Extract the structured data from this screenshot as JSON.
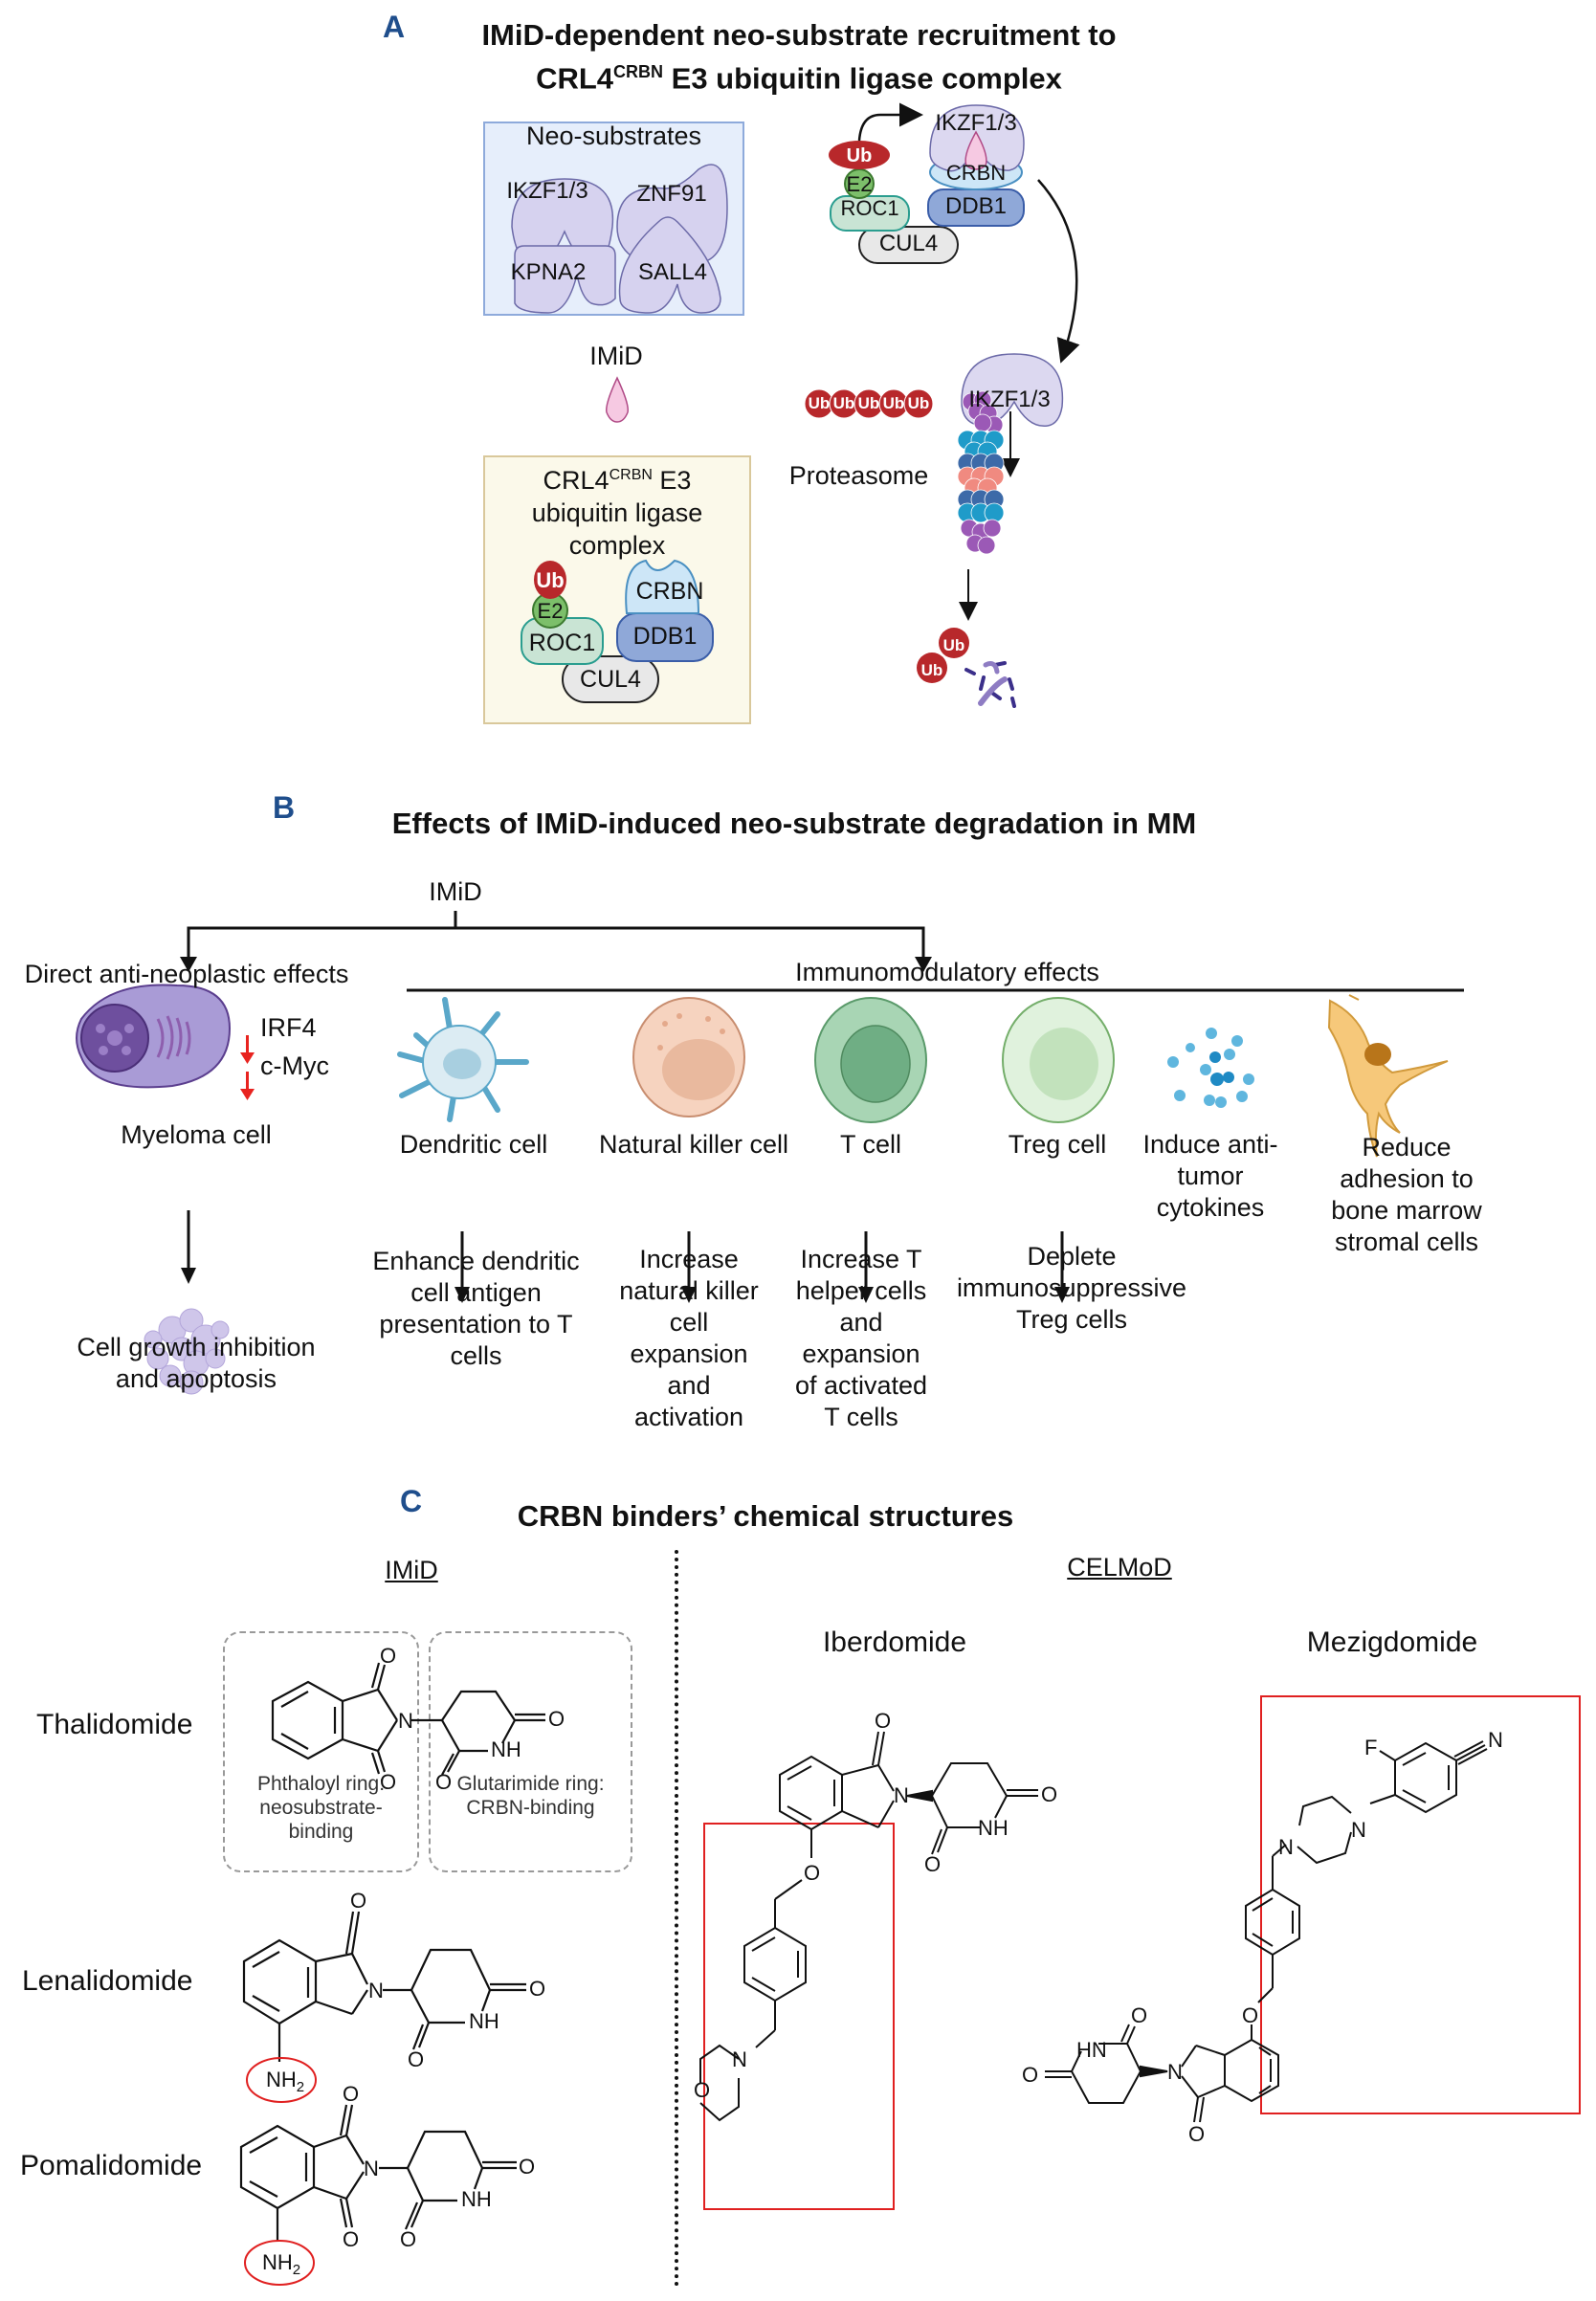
{
  "panel_a": {
    "letter": "A",
    "title_line1": "IMiD-dependent neo-substrate  recruitment to",
    "title_line2_prefix": "CRL4",
    "title_line2_sup": "CRBN",
    "title_line2_suffix": " E3 ubiquitin ligase complex",
    "neo_box": {
      "title": "Neo-substrates",
      "items": [
        "IKZF1/3",
        "ZNF91",
        "KPNA2",
        "SALL4"
      ]
    },
    "imid_label": "IMiD",
    "crl_box": {
      "title_prefix": "CRL4",
      "title_sup": "CRBN",
      "title_suffix": " E3",
      "title_line2": "ubiquitin ligase",
      "title_line3": "complex",
      "components": {
        "ub": "Ub",
        "e2": "E2",
        "roc1": "ROC1",
        "crbn": "CRBN",
        "ddb1": "DDB1",
        "cul4": "CUL4"
      }
    },
    "complex": {
      "substrate": "IKZF1/3",
      "ub": "Ub",
      "e2": "E2",
      "roc1": "ROC1",
      "crbn": "CRBN",
      "ddb1": "DDB1",
      "cul4": "CUL4"
    },
    "ub_chain": [
      "Ub",
      "Ub",
      "Ub",
      "Ub",
      "Ub"
    ],
    "ubiquitinated_substrate": "IKZF1/3",
    "proteasome_label": "Proteasome",
    "released_ub": [
      "Ub",
      "Ub"
    ]
  },
  "panel_b": {
    "letter": "B",
    "title": "Effects of IMiD-induced neo-substrate  degradation in MM",
    "root": "IMiD",
    "direct_branch": "Direct anti-neoplastic effects",
    "immuno_branch": "Immunomodulatory effects",
    "myeloma": {
      "label": "Myeloma cell",
      "down_markers": [
        "IRF4",
        "c-Myc"
      ],
      "outcome_lines": [
        "Cell growth inhibition",
        "and apoptosis"
      ]
    },
    "immune_cells": [
      {
        "label": "Dendritic cell",
        "outcome_lines": [
          "Enhance dendritic",
          "cell  antigen",
          "presentation to T",
          "cells"
        ]
      },
      {
        "label": "Natural killer cell",
        "outcome_lines": [
          "Increase",
          "natural killer",
          "cell",
          "expansion",
          "and",
          "activation"
        ]
      },
      {
        "label": "T cell",
        "outcome_lines": [
          "Increase T",
          "helper cells",
          "and",
          "expansion",
          "of activated",
          "T cells"
        ]
      },
      {
        "label": "Treg cell",
        "outcome_lines": [
          "Deplete",
          "immunosuppressive",
          "Treg cells"
        ]
      },
      {
        "label_lines": [
          "Induce anti-",
          "tumor",
          "cytokines"
        ]
      },
      {
        "label_lines": [
          "Reduce",
          "adhesion to",
          "bone marrow",
          "stromal cells"
        ]
      }
    ],
    "colors": {
      "down_arrow": "#e8231f"
    }
  },
  "panel_c": {
    "letter": "C",
    "title": "CRBN binders’ chemical structures",
    "imid_header": "IMiD",
    "celmod_header": "CELMoD",
    "compounds_imid": [
      "Thalidomide",
      "Lenalidomide",
      "Pomalidomide"
    ],
    "phthaloyl_note": [
      "Phthaloyl ring:",
      "neosubstrate-",
      "binding"
    ],
    "glutarimide_note": [
      "Glutarimide ring:",
      "CRBN-binding"
    ],
    "compounds_celmod": [
      "Iberdomide",
      "Mezigdomide"
    ],
    "atoms": {
      "O": "O",
      "N": "N",
      "NH": "NH",
      "HN": "HN",
      "NH2": "NH",
      "sub2": "2",
      "F": "F"
    },
    "colors": {
      "highlight": "#e02020"
    }
  }
}
